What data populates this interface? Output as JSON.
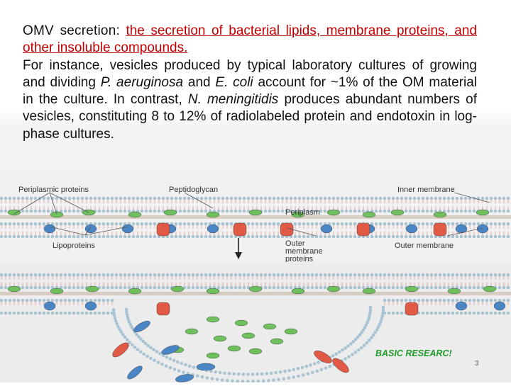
{
  "slide": {
    "lead_label": "OMV secretion:",
    "lead_red": "the secretion of bacterial lipids, membrane proteins, and other insoluble compounds.",
    "para_p1": "For instance, vesicles produced by typical laboratory cultures of growing and dividing ",
    "species_1": "P. aeruginosa",
    "para_and": " and ",
    "species_2": "E. coli",
    "para_p2": " account for ~1% of the OM material in the culture. In contrast, ",
    "species_3": "N. meningitidis",
    "para_p3": " produces abundant numbers of vesicles, constituting 8 to 12% of radiolabeled protein and endotoxin in log-phase cultures.",
    "footer_tag": "BASIC RESEARC!",
    "page_number": "3"
  },
  "figure": {
    "labels": {
      "periplasmic_proteins": "Periplasmic proteins",
      "peptidoglycan": "Peptidoglycan",
      "inner_membrane": "Inner membrane",
      "periplasm": "Periplasm",
      "lipoproteins": "Lipoproteins",
      "omp_line1": "Outer",
      "omp_line2": "membrane",
      "omp_line3": "proteins",
      "outer_membrane": "Outer membrane"
    },
    "colors": {
      "lipid_head": "#a8c3d2",
      "lipid_tail": "#e9a9a3",
      "peptidoglycan": "#c9b7a4",
      "periplasmic_protein": "#6fbf5f",
      "lipoprotein": "#4a86c6",
      "outer_membrane_protein": "#e05a46"
    }
  }
}
